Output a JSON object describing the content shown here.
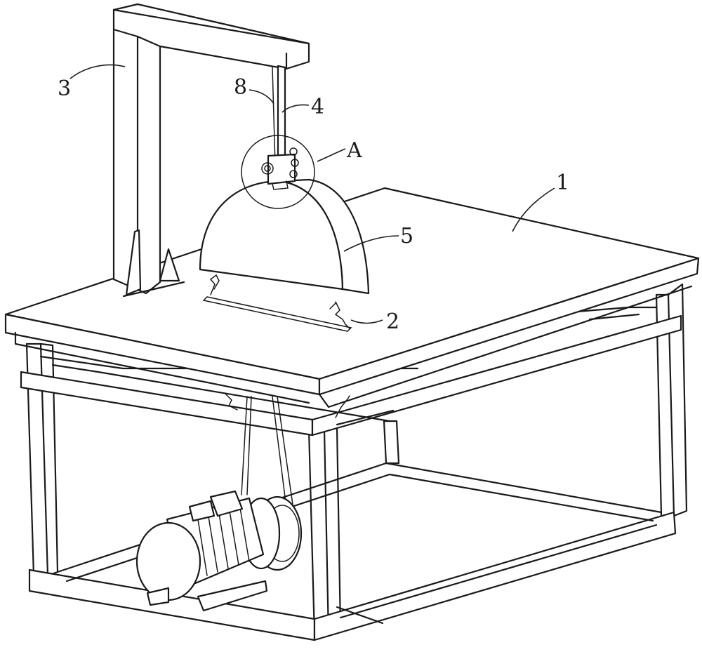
{
  "callouts": [
    {
      "id": "frame-table",
      "text": "1"
    },
    {
      "id": "saw-blade",
      "text": "2"
    },
    {
      "id": "gantry-column",
      "text": "3"
    },
    {
      "id": "hanging-rod",
      "text": "4"
    },
    {
      "id": "blade-guard",
      "text": "5"
    },
    {
      "id": "rope",
      "text": "8"
    },
    {
      "id": "detail-a",
      "text": "A"
    }
  ],
  "colors": {
    "line": "#1a1a1a",
    "paper": "#ffffff"
  }
}
